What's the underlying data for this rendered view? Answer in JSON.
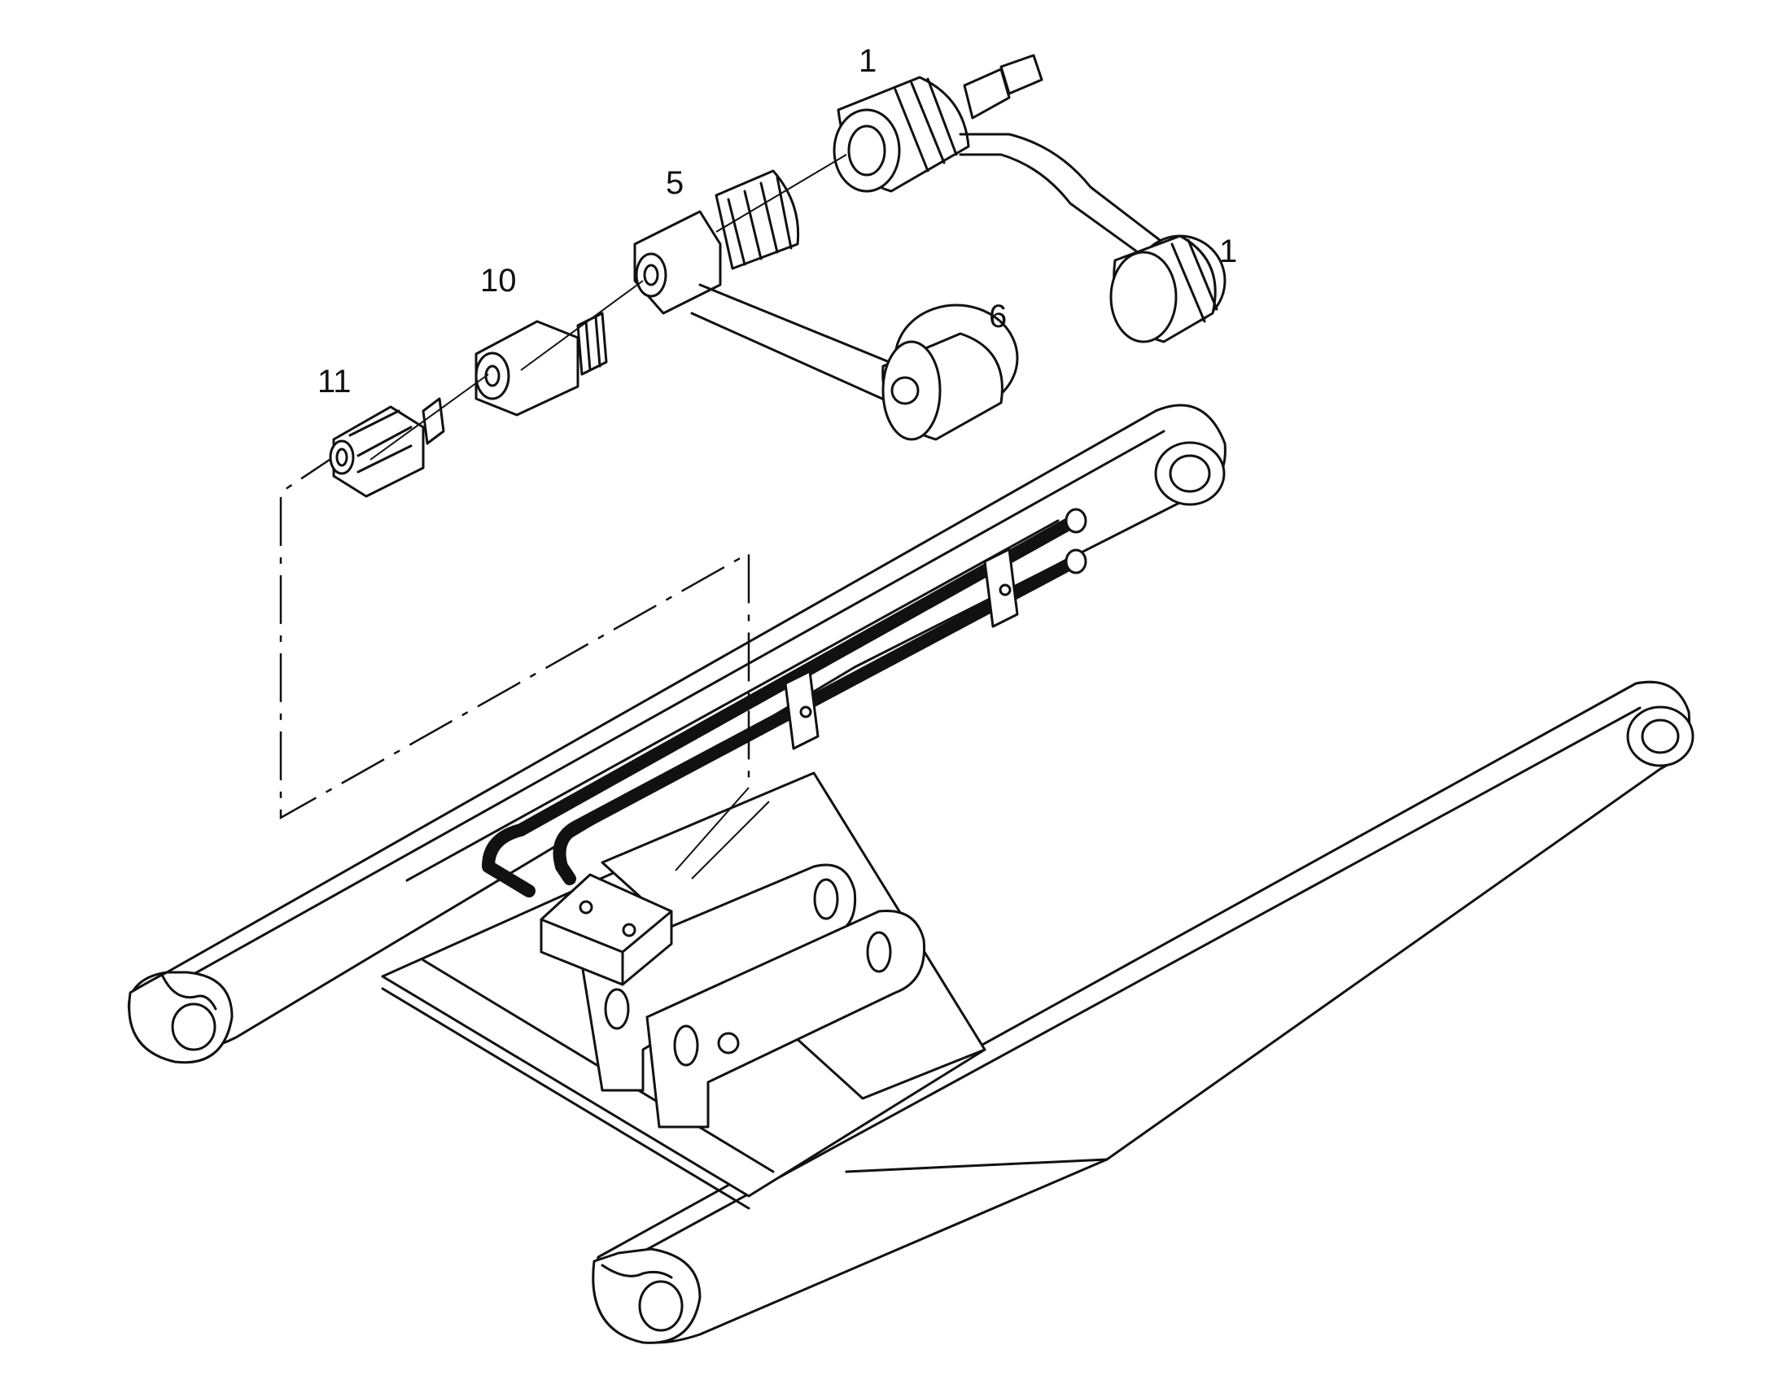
{
  "callouts": [
    {
      "id": "c1a",
      "text": "1"
    },
    {
      "id": "c1b",
      "text": "1"
    },
    {
      "id": "c5",
      "text": "5"
    },
    {
      "id": "c6",
      "text": "6"
    },
    {
      "id": "c10",
      "text": "10"
    },
    {
      "id": "c11",
      "text": "11"
    }
  ],
  "colors": {
    "line": "#111111",
    "paper": "#ffffff"
  }
}
